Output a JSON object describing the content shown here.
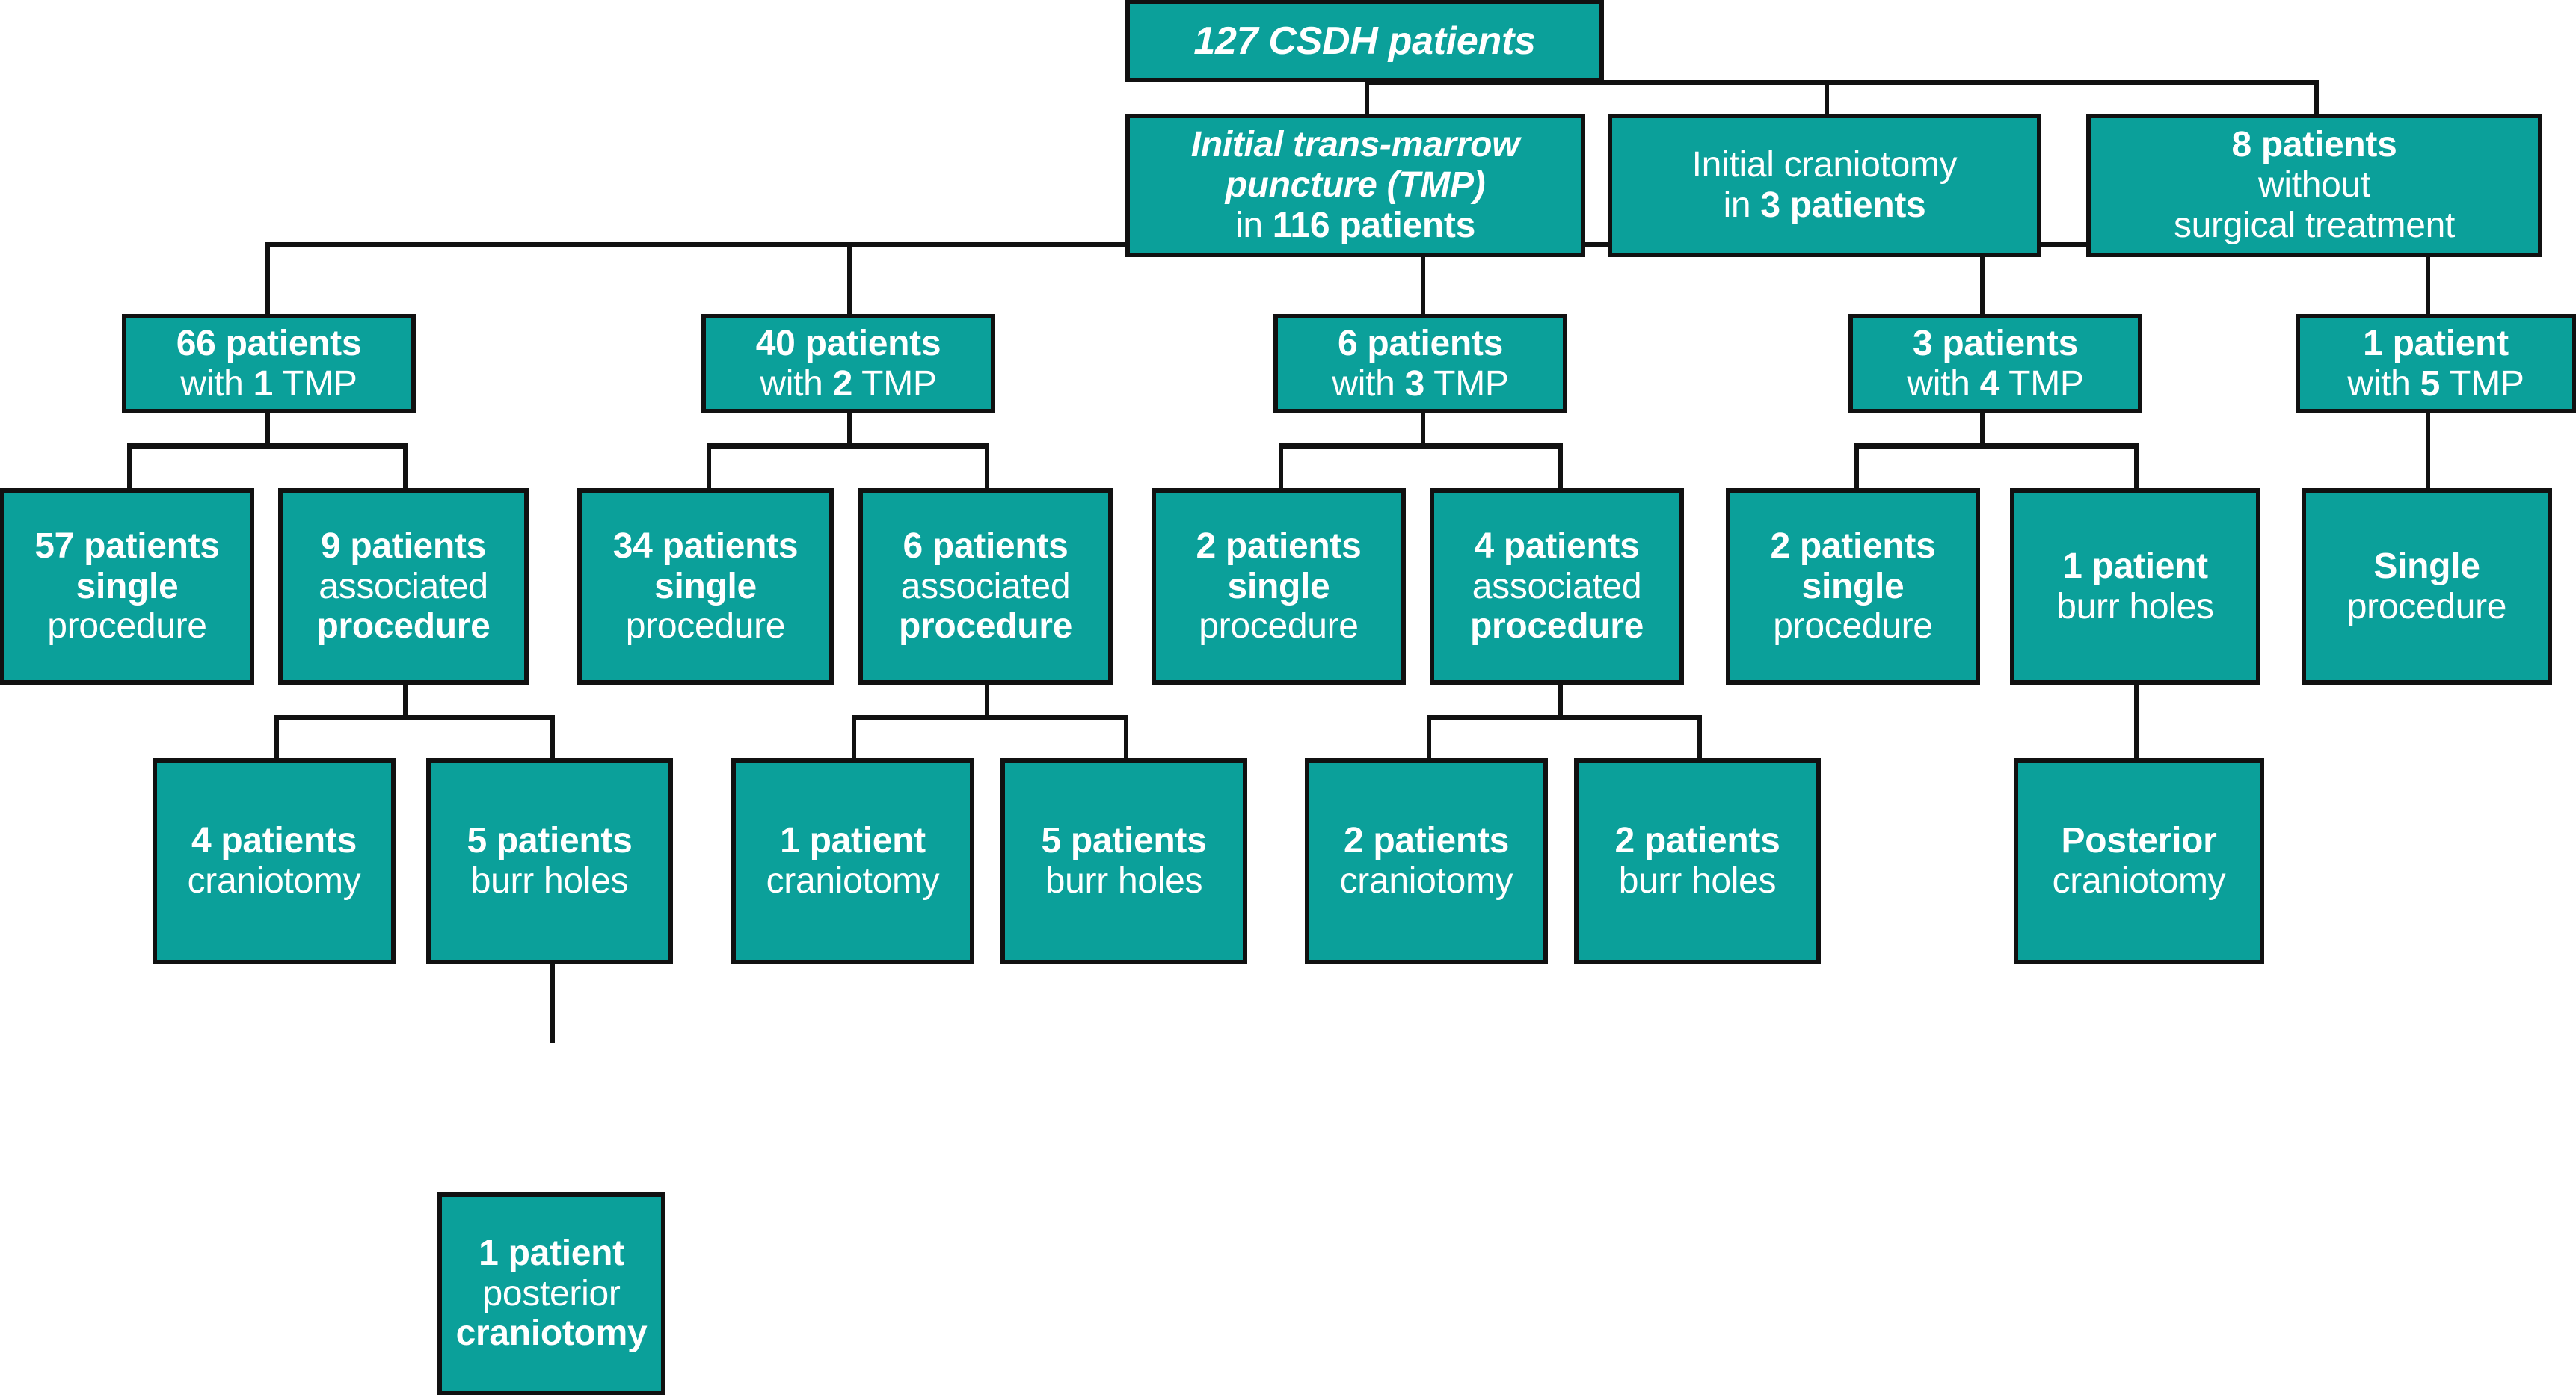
{
  "diagram": {
    "title": "CSDH patient treatment flowchart",
    "accent_color": "#0ba09a",
    "line_color": "#111111",
    "text_color": "#ffffff"
  },
  "nodes": {
    "root": {
      "l1": "127 CSDH patients"
    },
    "tmp": {
      "l1": "Initial trans-marrow",
      "l2": "puncture (TMP)",
      "l3a": "in ",
      "l3b": "116 patients"
    },
    "craniotomy": {
      "l1": "Initial craniotomy",
      "l2a": "in ",
      "l2b": "3 patients"
    },
    "nosurgery": {
      "l1": "8 patients",
      "l2": "without",
      "l3": "surgical treatment"
    },
    "tmp1": {
      "l1": "66 patients",
      "l2a": "with ",
      "l2b": "1",
      "l2c": " TMP"
    },
    "tmp2": {
      "l1": "40 patients",
      "l2a": "with ",
      "l2b": "2",
      "l2c": " TMP"
    },
    "tmp3": {
      "l1": "6 patients",
      "l2a": "with ",
      "l2b": "3",
      "l2c": " TMP"
    },
    "tmp4": {
      "l1": "3 patients",
      "l2a": "with ",
      "l2b": "4",
      "l2c": " TMP"
    },
    "tmp5": {
      "l1": "1 patient",
      "l2a": "with ",
      "l2b": "5",
      "l2c": " TMP"
    },
    "s57": {
      "l1": "57 patients",
      "l2": "single",
      "l3": "procedure"
    },
    "a9": {
      "l1": "9 patients",
      "l2": "associated",
      "l3": "procedure"
    },
    "s34": {
      "l1": "34 patients",
      "l2": "single",
      "l3": "procedure"
    },
    "a6": {
      "l1": "6 patients",
      "l2": "associated",
      "l3": "procedure"
    },
    "s2": {
      "l1": "2 patients",
      "l2": "single",
      "l3": "procedure"
    },
    "a4": {
      "l1": "4 patients",
      "l2": "associated",
      "l3": "procedure"
    },
    "s2b": {
      "l1": "2 patients",
      "l2": "single",
      "l3": "procedure"
    },
    "bh1": {
      "l1": "1 patient",
      "l2": "burr holes"
    },
    "single5": {
      "l1": "Single",
      "l2": "procedure"
    },
    "c4": {
      "l1": "4 patients",
      "l2": "craniotomy"
    },
    "bh5": {
      "l1": "5 patients",
      "l2": "burr holes"
    },
    "c1": {
      "l1": "1 patient",
      "l2": "craniotomy"
    },
    "bh5b": {
      "l1": "5 patients",
      "l2": "burr holes"
    },
    "c2": {
      "l1": "2 patients",
      "l2": "craniotomy"
    },
    "bh2": {
      "l1": "2 patients",
      "l2": "burr holes"
    },
    "post": {
      "l1": "Posterior",
      "l2": "craniotomy"
    },
    "postcran": {
      "l1": "1 patient",
      "l2": "posterior",
      "l3": "craniotomy"
    }
  },
  "chart_data": {
    "type": "diagram",
    "title": "127 CSDH patients treatment pathway",
    "levels": [
      {
        "level": 1,
        "items": [
          {
            "label": "127 CSDH patients",
            "count": 127
          }
        ]
      },
      {
        "level": 2,
        "items": [
          {
            "label": "Initial trans-marrow puncture (TMP)",
            "count": 116
          },
          {
            "label": "Initial craniotomy",
            "count": 3
          },
          {
            "label": "without surgical treatment",
            "count": 8
          }
        ]
      },
      {
        "level": 3,
        "items": [
          {
            "label": "with 1 TMP",
            "count": 66
          },
          {
            "label": "with 2 TMP",
            "count": 40
          },
          {
            "label": "with 3 TMP",
            "count": 6
          },
          {
            "label": "with 4 TMP",
            "count": 3
          },
          {
            "label": "with 5 TMP",
            "count": 1
          }
        ]
      },
      {
        "level": 4,
        "items": [
          {
            "label": "single procedure (1 TMP)",
            "count": 57
          },
          {
            "label": "associated procedure (1 TMP)",
            "count": 9
          },
          {
            "label": "single procedure (2 TMP)",
            "count": 34
          },
          {
            "label": "associated procedure (2 TMP)",
            "count": 6
          },
          {
            "label": "single procedure (3 TMP)",
            "count": 2
          },
          {
            "label": "associated procedure (3 TMP)",
            "count": 4
          },
          {
            "label": "single procedure (4 TMP)",
            "count": 2
          },
          {
            "label": "burr holes (4 TMP)",
            "count": 1
          },
          {
            "label": "Single procedure (5 TMP)",
            "count": 1
          }
        ]
      },
      {
        "level": 5,
        "items": [
          {
            "label": "craniotomy (from 9 associated)",
            "count": 4
          },
          {
            "label": "burr holes (from 9 associated)",
            "count": 5
          },
          {
            "label": "craniotomy (from 6 associated)",
            "count": 1
          },
          {
            "label": "burr holes (from 6 associated)",
            "count": 5
          },
          {
            "label": "craniotomy (from 4 associated)",
            "count": 2
          },
          {
            "label": "burr holes (from 4 associated)",
            "count": 2
          },
          {
            "label": "Posterior craniotomy (from 1 burr holes)",
            "count": 1
          }
        ]
      },
      {
        "level": 6,
        "items": [
          {
            "label": "posterior craniotomy (from 5 burr holes)",
            "count": 1
          }
        ]
      }
    ]
  }
}
